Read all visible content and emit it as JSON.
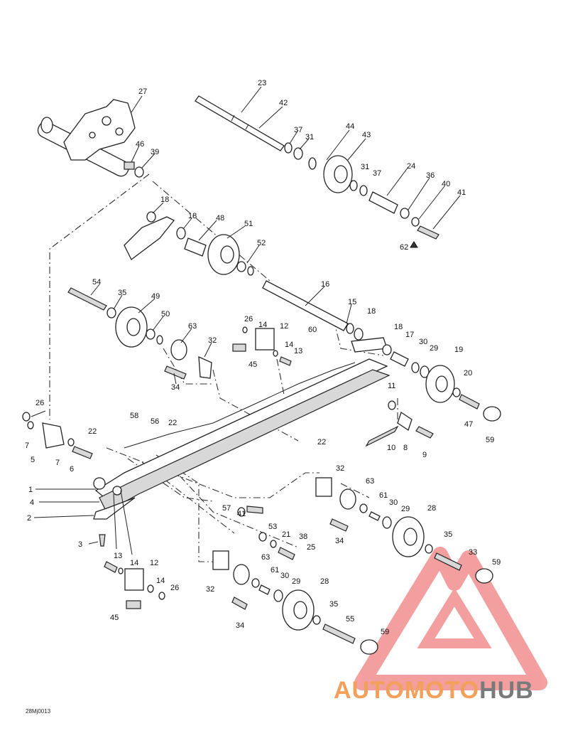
{
  "diagram_code": "28Mj0013",
  "watermark": {
    "part1": "AUTOMOTO",
    "part2": "HUB",
    "color_primary": "#f2a05a",
    "color_secondary": "#7a7a7a",
    "logo_color": "#f08080"
  },
  "callouts": {
    "c1": "1",
    "c2": "2",
    "c3": "3",
    "c4": "4",
    "c5": "5",
    "c6": "6",
    "c7a": "7",
    "c7b": "7",
    "c8": "8",
    "c9": "9",
    "c10": "10",
    "c11": "11",
    "c12a": "12",
    "c12b": "12",
    "c13a": "13",
    "c13b": "13",
    "c14a": "14",
    "c14b": "14",
    "c14c": "14",
    "c14d": "14",
    "c15": "15",
    "c16": "16",
    "c17": "17",
    "c18a": "18",
    "c18b": "18",
    "c18c": "18",
    "c18d": "18",
    "c19": "19",
    "c20": "20",
    "c21": "21",
    "c22a": "22",
    "c22b": "22",
    "c22c": "22",
    "c23": "23",
    "c24": "24",
    "c25": "25",
    "c26a": "26",
    "c26b": "26",
    "c26c": "26",
    "c27": "27",
    "c28a": "28",
    "c28b": "28",
    "c29a": "29",
    "c29b": "29",
    "c29c": "29",
    "c30a": "30",
    "c30b": "30",
    "c30c": "30",
    "c31a": "31",
    "c31b": "31",
    "c32a": "32",
    "c32b": "32",
    "c32c": "32",
    "c33": "33",
    "c34a": "34",
    "c34b": "34",
    "c34c": "34",
    "c35a": "35",
    "c35b": "35",
    "c35c": "35",
    "c36": "36",
    "c37a": "37",
    "c37b": "37",
    "c38": "38",
    "c39": "39",
    "c40": "40",
    "c41a": "41",
    "c41b": "41",
    "c42": "42",
    "c43": "43",
    "c44": "44",
    "c45a": "45",
    "c45b": "45",
    "c46": "46",
    "c47": "47",
    "c48": "48",
    "c49": "49",
    "c50": "50",
    "c51": "51",
    "c52": "52",
    "c53": "53",
    "c54": "54",
    "c55": "55",
    "c56": "56",
    "c57": "57",
    "c58": "58",
    "c59a": "59",
    "c59b": "59",
    "c59c": "59",
    "c60": "60",
    "c61a": "61",
    "c61b": "61",
    "c62": "62",
    "c63a": "63",
    "c63b": "63",
    "c63c": "63"
  }
}
